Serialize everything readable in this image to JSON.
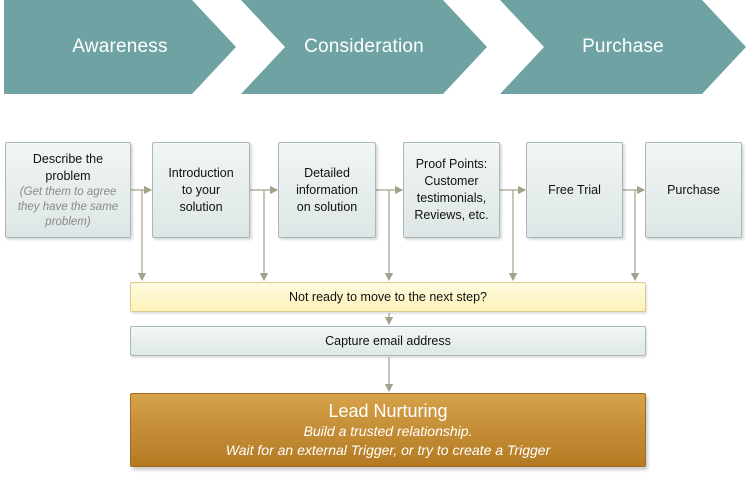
{
  "stages": [
    {
      "label": "Awareness"
    },
    {
      "label": "Consideration"
    },
    {
      "label": "Purchase"
    }
  ],
  "steps": [
    {
      "lines": [
        "Describe the",
        "problem"
      ],
      "note": [
        "(Get them to agree",
        "they have the same",
        "problem)"
      ]
    },
    {
      "lines": [
        "Introduction",
        "to your",
        "solution"
      ]
    },
    {
      "lines": [
        "Detailed",
        "information",
        "on solution"
      ]
    },
    {
      "lines": [
        "Proof Points:",
        "Customer",
        "testimonials,",
        "Reviews, etc."
      ]
    },
    {
      "lines": [
        "Free Trial"
      ]
    },
    {
      "lines": [
        "Purchase"
      ]
    }
  ],
  "not_ready": "Not ready to move to the next step?",
  "capture": "Capture email address",
  "nurturing": {
    "title": "Lead Nurturing",
    "line1": "Build a trusted relationship.",
    "line2": "Wait for an external Trigger, or try to create a Trigger"
  },
  "colors": {
    "chevron": "#6fa3a3",
    "arrow": "#a3a38a",
    "nurture": "#c48c32"
  }
}
